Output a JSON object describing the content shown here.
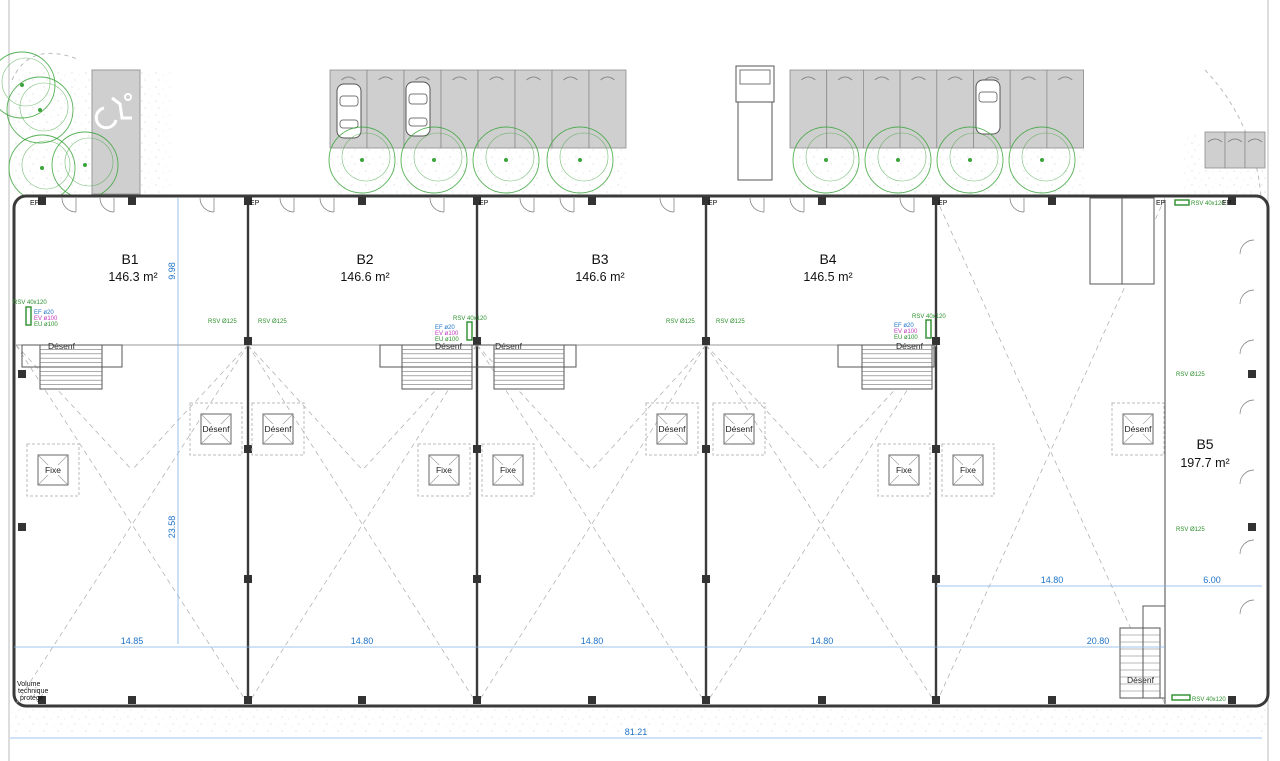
{
  "units": [
    {
      "id": "b1",
      "name": "B1",
      "area": "146.3 m²"
    },
    {
      "id": "b2",
      "name": "B2",
      "area": "146.6 m²"
    },
    {
      "id": "b3",
      "name": "B3",
      "area": "146.6 m²"
    },
    {
      "id": "b4",
      "name": "B4",
      "area": "146.5 m²"
    },
    {
      "id": "b5",
      "name": "B5",
      "area": "197.7 m²"
    }
  ],
  "dimensions": {
    "overall_width": "81.21",
    "b1_width": "14.85",
    "b2_width": "14.80",
    "b3_width": "14.80",
    "b4_width": "14.80",
    "b5_width_a": "14.80",
    "b5_width_b": "6.00",
    "b5_width_c": "20.80",
    "front_depth": "9.98",
    "rear_depth": "23.58"
  },
  "labels": {
    "desenf": "Désenf",
    "fixe": "Fixe",
    "ep": "EP",
    "rsv_40x120": "RSV 40x120",
    "rsv_125": "RSV Ø125",
    "ef": "EF ø20",
    "ev": "EV ø100",
    "eu": "EU ø100",
    "technical_volume": [
      "Volume",
      "technique",
      "protégé"
    ]
  },
  "colors": {
    "wall": "#3a3a3a",
    "dimension": "#1e73c8",
    "vegetation": "#3aa33a",
    "parking": "#cfcfcf",
    "ventilation": "#2a8f2a",
    "ev_label": "#c03bbf"
  },
  "icons": [
    "accessible-parking-icon",
    "car-icon",
    "tree-icon",
    "stair-icon"
  ]
}
